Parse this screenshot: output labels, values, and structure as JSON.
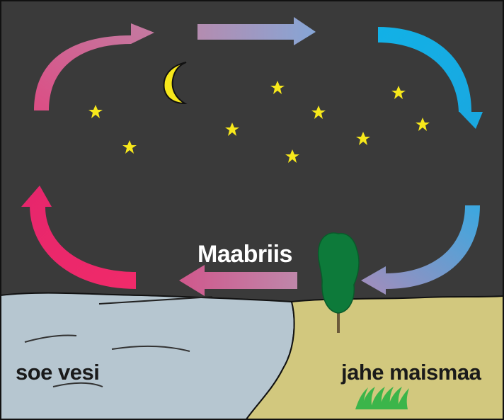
{
  "labels": {
    "breeze": "Maabriis",
    "water": "soe vesi",
    "land": "jahe maismaa"
  },
  "colors": {
    "sky": "#3a3a3a",
    "water": "#b6c6d0",
    "land": "#d2c87e",
    "moon": "#f7e81b",
    "star": "#f7e81b",
    "tree": "#0d7a3a",
    "grass": "#3bb54a",
    "arrow_warm": "#e8226a",
    "arrow_mauve": "#c37ca2",
    "arrow_cool": "#12b1e6",
    "arrow_blue": "#8aa0d2"
  },
  "icons": {
    "moon": "crescent-moon-icon",
    "star": "star-icon",
    "tree": "tree-icon",
    "grass": "grass-icon"
  }
}
